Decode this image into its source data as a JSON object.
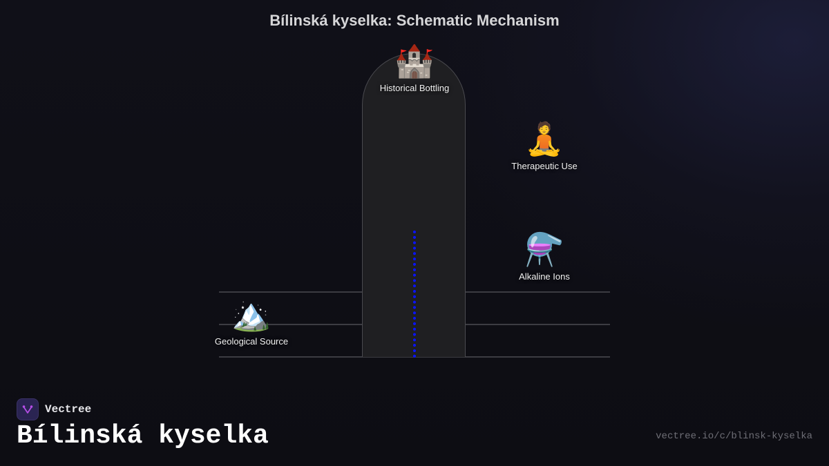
{
  "header": {
    "title": "Bílinská kyselka: Schematic Mechanism"
  },
  "diagram": {
    "nodes": [
      {
        "id": "historical-bottling",
        "label": "Historical Bottling",
        "icon": "castle-icon",
        "glyph": "🏰"
      },
      {
        "id": "therapeutic-use",
        "label": "Therapeutic Use",
        "icon": "meditating-person-icon",
        "glyph": "🧘"
      },
      {
        "id": "alkaline-ions",
        "label": "Alkaline Ions",
        "icon": "alembic-flask-icon",
        "glyph": "⚗️"
      },
      {
        "id": "geological-source",
        "label": "Geological Source",
        "icon": "snow-capped-mountain-icon",
        "glyph": "🏔️"
      }
    ],
    "colors": {
      "background": "#0e0e14",
      "pill_fill": "#1f1f22",
      "pill_border": "#4a4a4f",
      "grid_line": "#3c3c42",
      "dotted_line": "#0a14ff",
      "title_text": "#d6d6d8"
    }
  },
  "footer": {
    "brand_name": "Vectree",
    "brand_icon": "vectree-logo-icon",
    "topic_title": "Bílinská kyselka",
    "url": "vectree.io/c/blinsk-kyselka"
  }
}
